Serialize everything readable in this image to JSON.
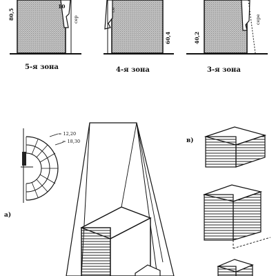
{
  "zones": [
    {
      "label": "5-я зона",
      "height": "80,5",
      "marks": [
        "10",
        "сер"
      ]
    },
    {
      "label": "4-я зона",
      "height": "60,4",
      "marks": [
        "се"
      ]
    },
    {
      "label": "3-я зона",
      "height": "40,2",
      "marks": [
        "сере"
      ]
    }
  ],
  "plan_labels": {
    "r1": "= 12,20",
    "r2": "= 18,30"
  },
  "figure_labels": {
    "a": "а)",
    "b": "в)"
  }
}
